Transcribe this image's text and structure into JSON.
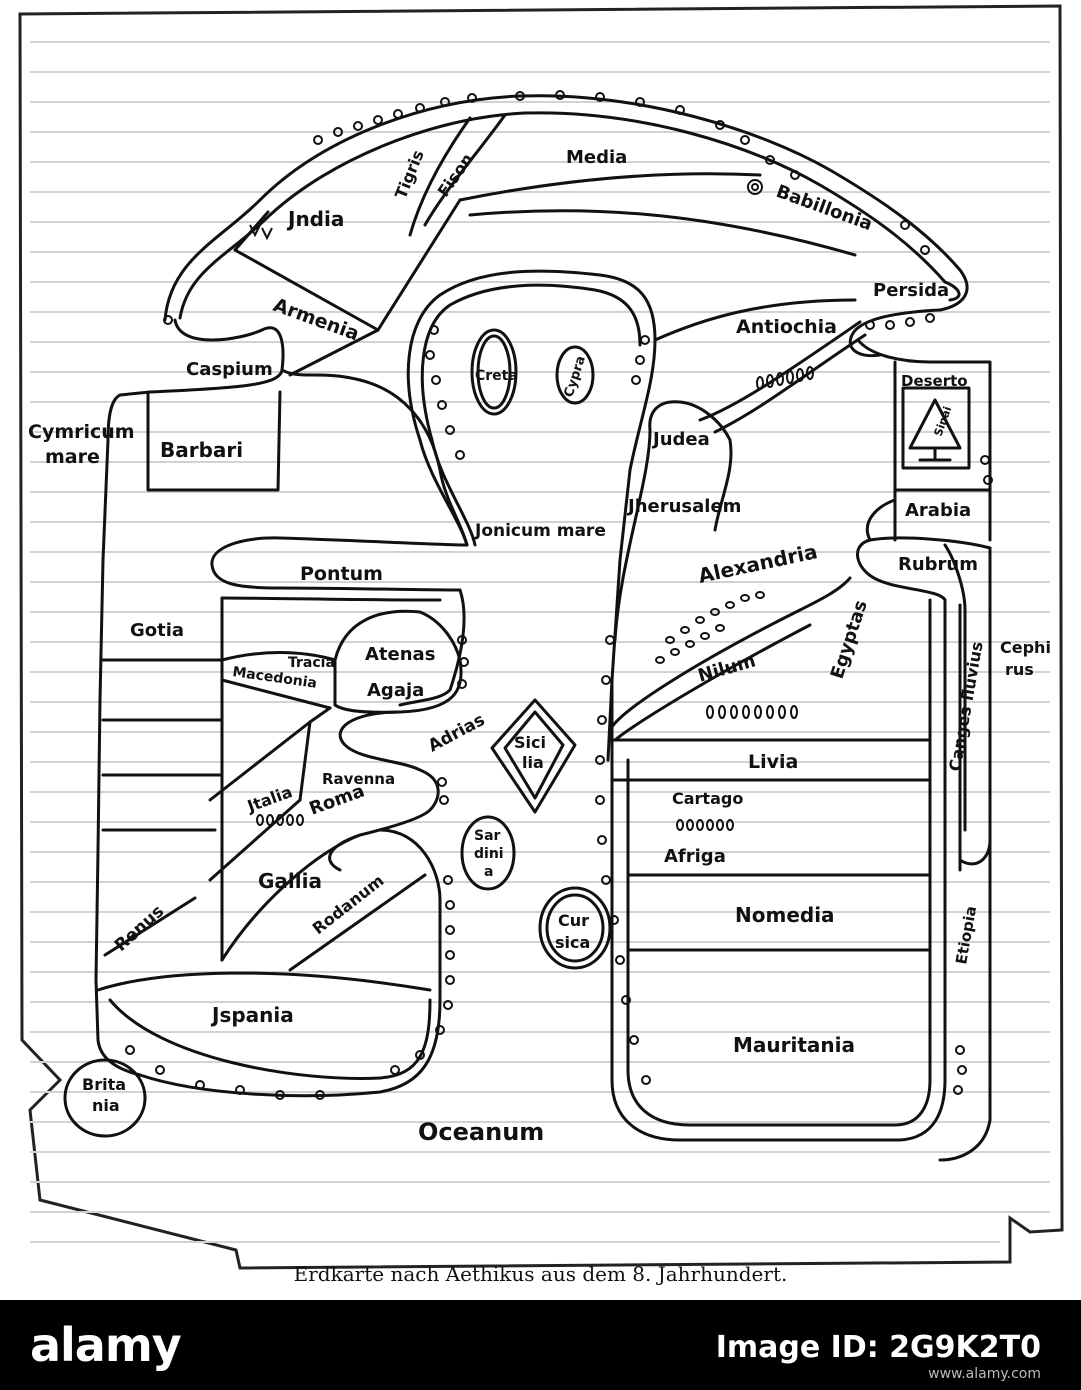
{
  "caption": "Erdkarte nach Aethikus aus dem 8. Jahrhundert.",
  "footer": {
    "logo": "alamy",
    "id_label": "Image ID: 2G9K2T0",
    "url": "www.alamy.com"
  },
  "colors": {
    "ink": "#111111",
    "paper": "#ffffff",
    "footer_bg": "#000000"
  },
  "labels": {
    "india": "Jndia",
    "tigris": "Tigris",
    "fison": "Fison",
    "media": "Media",
    "babillonia": "Babillonia",
    "persida": "Persida",
    "armenia": "Armenia",
    "antiochia": "Antiochia",
    "caspium": "Caspium",
    "creta": "Creta",
    "cypra": "Cypra",
    "deserto": "Deserto",
    "sinai": "Sinai",
    "cymricum_1": "Cymricum",
    "cymricum_2": "mare",
    "barbari": "Barbari",
    "judea": "Judea",
    "jherusalem": "Jherusalem",
    "arabia": "Arabia",
    "jonicum": "Jonicum mare",
    "rubrum": "Rubrum",
    "alexandria": "Alexandria",
    "pontum": "Pontum",
    "gotia": "Gotia",
    "tracia": "Tracia",
    "atenas": "Atenas",
    "macedonia": "Macedonia",
    "agaja": "Agaja",
    "egyptas": "Egyptas",
    "nilum": "Nilum",
    "cephirus_1": "Cephi",
    "cephirus_2": "rus",
    "canges": "Canges fluvius",
    "adrias": "Adrias",
    "sicilia_1": "Sici",
    "sicilia_2": "lia",
    "ravenna": "Ravenna",
    "roma": "Roma",
    "jtalia": "Jtalia",
    "livia": "Livia",
    "cartago": "Cartago",
    "sardinia_1": "Sar",
    "sardinia_2": "dini",
    "sardinia_3": "a",
    "afriga": "Afriga",
    "gallia": "Gallia",
    "renus": "Renus",
    "rodanum": "Rodanum",
    "cursica_1": "Cur",
    "cursica_2": "sica",
    "nomedia": "Nomedia",
    "etiopia": "Etiopia",
    "ispania": "Jspania",
    "mauritania": "Mauritania",
    "britania_1": "Brita",
    "britania_2": "nia",
    "oceanum": "Oceanum"
  }
}
